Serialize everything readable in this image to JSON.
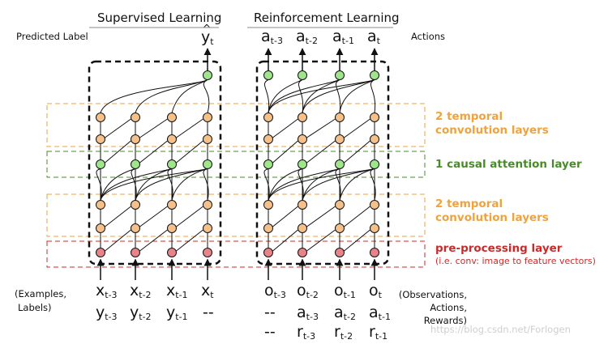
{
  "titles": {
    "supervised": "Supervised Learning",
    "reinforcement": "Reinforcement Learning"
  },
  "top_left_label": "Predicted Label",
  "top_right_label": "Actions",
  "predicted": {
    "base": "y",
    "sub": "t"
  },
  "actions": [
    {
      "base": "a",
      "sub": "t-3"
    },
    {
      "base": "a",
      "sub": "t-2"
    },
    {
      "base": "a",
      "sub": "t-1"
    },
    {
      "base": "a",
      "sub": "t"
    }
  ],
  "layers": {
    "temporal_conv_top": [
      "2 temporal",
      "convolution layers"
    ],
    "causal_attention": "1 causal attention layer",
    "temporal_conv_bottom": [
      "2 temporal",
      "convolution layers"
    ],
    "preprocessing": "pre-processing layer",
    "preprocessing_note": "(i.e. conv: image to feature vectors)"
  },
  "left_note": [
    "(Examples,",
    "Labels)"
  ],
  "right_note": [
    "(Observations,",
    "Actions,",
    "Rewards)"
  ],
  "supervised_inputs": {
    "x": [
      {
        "base": "x",
        "sub": "t-3"
      },
      {
        "base": "x",
        "sub": "t-2"
      },
      {
        "base": "x",
        "sub": "t-1"
      },
      {
        "base": "x",
        "sub": "t"
      }
    ],
    "y": [
      {
        "base": "y",
        "sub": "t-3"
      },
      {
        "base": "y",
        "sub": "t-2"
      },
      {
        "base": "y",
        "sub": "t-1"
      },
      {
        "base": "--",
        "sub": ""
      }
    ]
  },
  "rl_inputs": {
    "o": [
      {
        "base": "o",
        "sub": "t-3"
      },
      {
        "base": "o",
        "sub": "t-2"
      },
      {
        "base": "o",
        "sub": "t-1"
      },
      {
        "base": "o",
        "sub": "t"
      }
    ],
    "a": [
      {
        "base": "--",
        "sub": ""
      },
      {
        "base": "a",
        "sub": "t-3"
      },
      {
        "base": "a",
        "sub": "t-2"
      },
      {
        "base": "a",
        "sub": "t-1"
      }
    ],
    "r": [
      {
        "base": "--",
        "sub": ""
      },
      {
        "base": "r",
        "sub": "t-3"
      },
      {
        "base": "r",
        "sub": "t-2"
      },
      {
        "base": "r",
        "sub": "t-1"
      }
    ]
  },
  "watermark": "https://blog.csdn.net/Forlogen",
  "colors": {
    "orange": "#f0a23c",
    "node_orange": "#f5c08a",
    "green": "#4a8a2a",
    "node_green": "#9ee58c",
    "red": "#cc2a2a",
    "node_red": "#e8838a"
  }
}
